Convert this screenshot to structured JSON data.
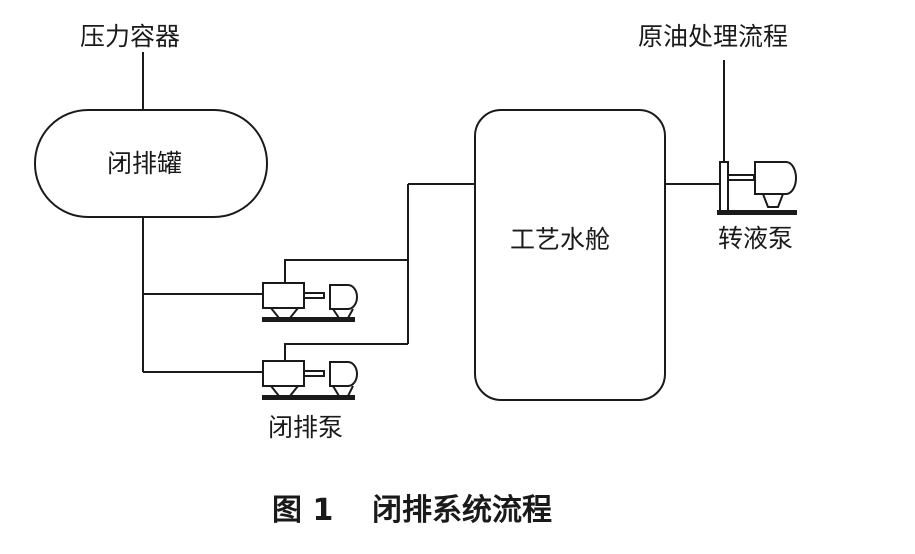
{
  "labels": {
    "pressure_vessel": "压力容器",
    "closed_drain_tank": "闭排罐",
    "process_water_tank": "工艺水舱",
    "crude_process": "原油处理流程",
    "transfer_pump": "转液泵",
    "closed_drain_pump": "闭排泵"
  },
  "caption": {
    "number": "图 1",
    "title": "闭排系统流程"
  }
}
